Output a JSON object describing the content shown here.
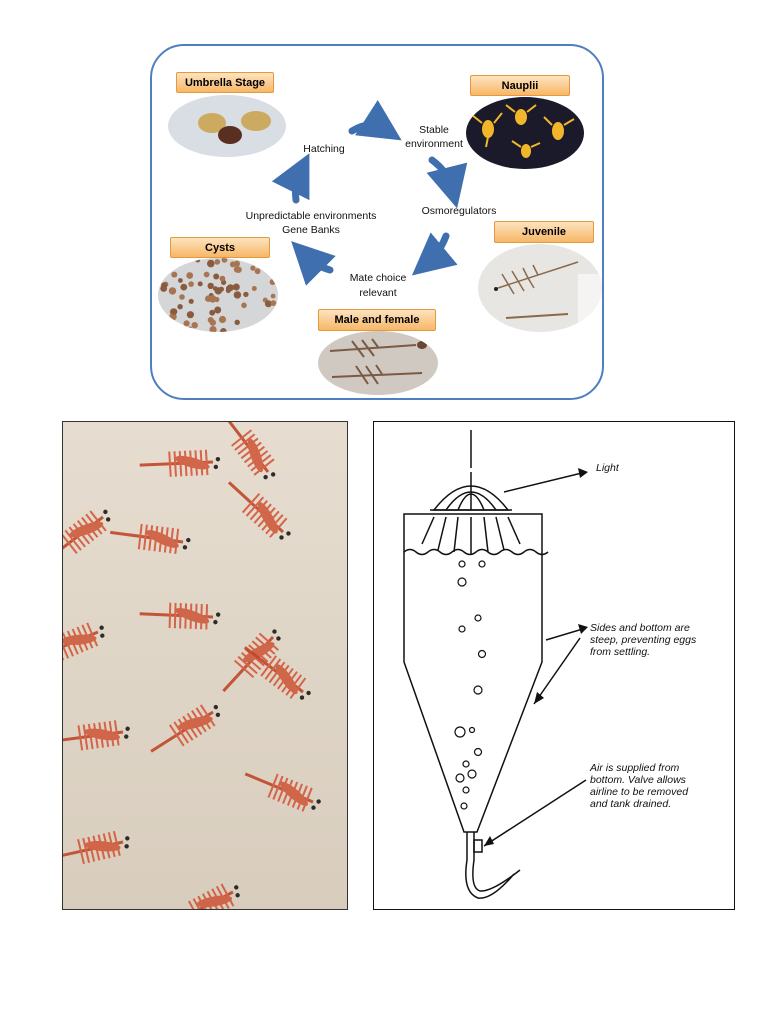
{
  "cycle": {
    "stages": {
      "umbrella": "Umbrella Stage",
      "nauplii": "Nauplii",
      "juvenile": "Juvenile",
      "male_female": "Male and female",
      "cysts": "Cysts"
    },
    "transitions": {
      "hatching": "Hatching",
      "stable_1": "Stable",
      "stable_2": "environment",
      "osmoregulators": "Osmoregulators",
      "mate_1": "Mate  choice",
      "mate_2": "relevant",
      "unpredictable_1": "Unpredictable environments",
      "unpredictable_2": "Gene Banks"
    },
    "colors": {
      "border": "#4f7fc0",
      "arrow": "#3f6fae",
      "label_fill": "#f7b767"
    }
  },
  "tank": {
    "light_label": "Light",
    "sides_note": [
      "Sides and bottom are",
      "steep, preventing eggs",
      "from settling."
    ],
    "air_note": [
      "Air is supplied from",
      "bottom.  Valve allows",
      "airline to be removed",
      "and tank drained."
    ]
  }
}
